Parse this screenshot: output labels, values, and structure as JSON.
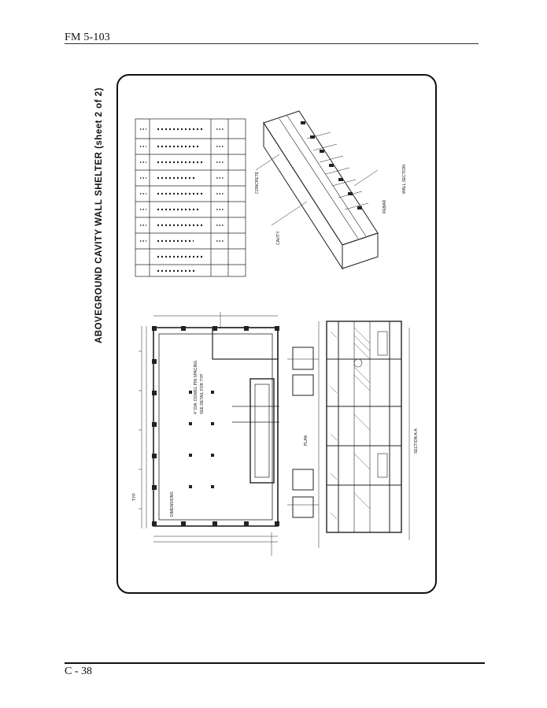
{
  "page": {
    "header": "FM 5-103",
    "footer": "C - 38"
  },
  "figure": {
    "title": "ABOVEGROUND CAVITY WALL SHELTER (sheet 2 of 2)",
    "plan_label": "PLAN",
    "section_label": "SECTION A-A"
  }
}
